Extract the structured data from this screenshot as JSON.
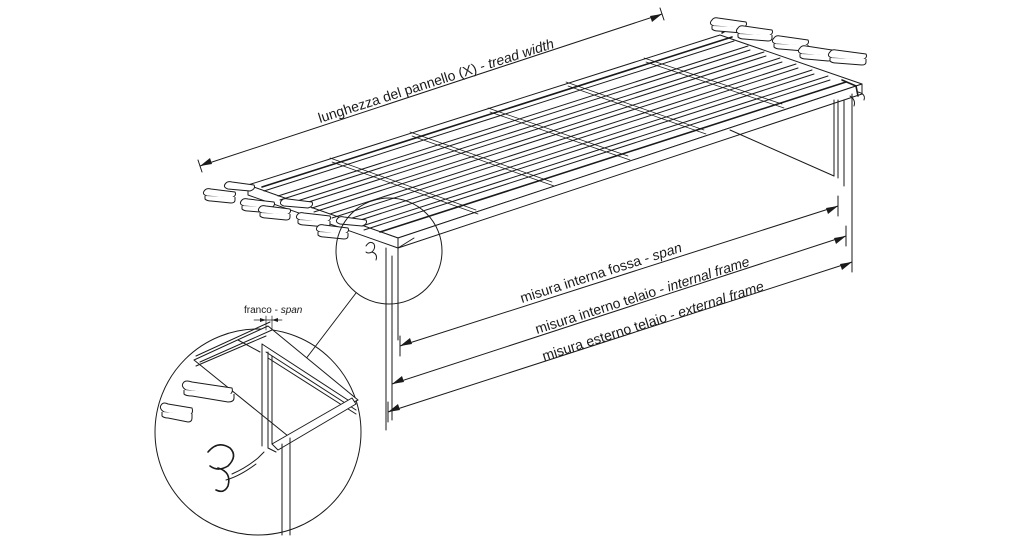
{
  "labels": {
    "tread_width": {
      "main": "lunghezza del pannello (X) - ",
      "en": "tread width"
    },
    "span_pit": {
      "main": "misura interna fossa - ",
      "en": "span"
    },
    "internal_frame": {
      "main": "misura interno telaio - ",
      "en": "internal frame"
    },
    "external_frame": {
      "main": "misura esterno telaio - ",
      "en": "external frame"
    },
    "clearance": {
      "main": "franco - ",
      "en": "span"
    }
  }
}
